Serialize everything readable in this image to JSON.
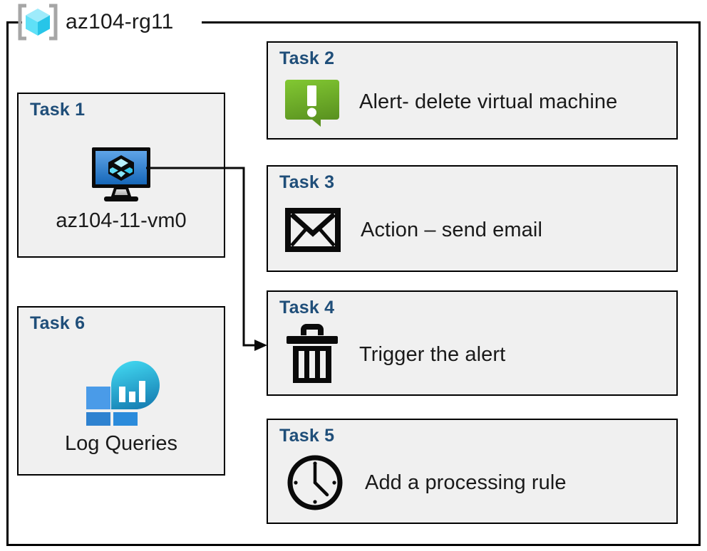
{
  "resource_group": {
    "label": "az104-rg11",
    "icon": "azure-resource-group-icon"
  },
  "colors": {
    "task_title": "#1F4E79",
    "box_fill": "#F0F0F0",
    "box_border": "#000000",
    "alert_green_light": "#7FC241",
    "alert_green_dark": "#5E9227",
    "rg_cube_cyan": "#54E1F7",
    "vm_screen_blue": "#3E8EDE",
    "log_cyan": "#32CDEA",
    "log_teal": "#1B82B5",
    "log_square_blue": "#2B8BDB"
  },
  "tasks": [
    {
      "id": "task1",
      "title": "Task 1",
      "caption": "az104-11-vm0",
      "icon": "virtual-machine-icon",
      "layout": "vertical"
    },
    {
      "id": "task2",
      "title": "Task 2",
      "label": "Alert- delete virtual machine",
      "icon": "alert-bubble-icon",
      "layout": "horizontal"
    },
    {
      "id": "task3",
      "title": "Task 3",
      "label": "Action – send email",
      "icon": "envelope-icon",
      "layout": "horizontal"
    },
    {
      "id": "task4",
      "title": "Task 4",
      "label": "Trigger the alert",
      "icon": "trash-icon",
      "layout": "horizontal"
    },
    {
      "id": "task5",
      "title": "Task 5",
      "label": "Add a processing rule",
      "icon": "clock-icon",
      "layout": "horizontal"
    },
    {
      "id": "task6",
      "title": "Task 6",
      "caption": "Log Queries",
      "icon": "log-analytics-icon",
      "layout": "vertical"
    }
  ],
  "connector": {
    "from": "task1-virtual-machine-icon",
    "to": "task4",
    "arrow": "arrowhead-right"
  }
}
